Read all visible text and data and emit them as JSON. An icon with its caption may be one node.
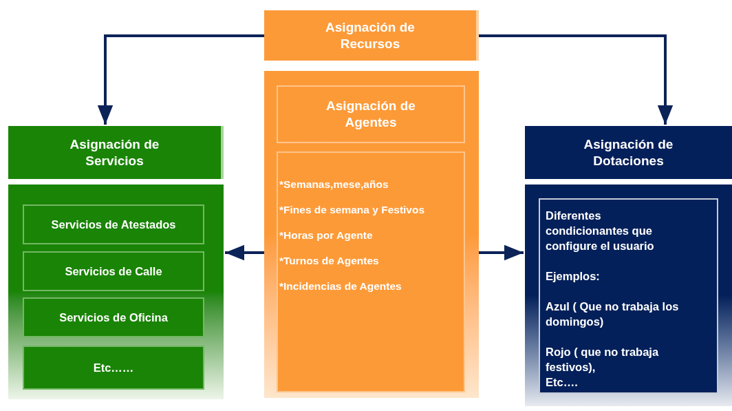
{
  "diagram": {
    "nodes": [
      {
        "text": [
          "Asignación de Recursos"
        ]
      },
      {
        "text": [],
        "shape": "box"
      },
      {
        "text": [
          "Asignación de Agentes"
        ],
        "in": 1
      },
      {
        "text": [
          "*Semanas,mese,años",
          "*Fines de semana y Festivos",
          "*Horas por Agente",
          "*Turnos de Agentes",
          "*Incidencias de Agentes"
        ],
        "in": 1
      },
      {
        "text": [
          "Asignación de Servicios"
        ]
      },
      {
        "text": [],
        "shape": "box"
      },
      {
        "text": [
          "Servicios de Atestados"
        ],
        "in": 5
      },
      {
        "text": [
          "Servicios de Calle"
        ],
        "in": 5
      },
      {
        "text": [
          "Servicios de Oficina"
        ],
        "in": 5
      },
      {
        "text": [
          "Etc……"
        ],
        "in": 5
      },
      {
        "text": [
          "Asignación de Dotaciones"
        ]
      },
      {
        "text": [
          "Diferentes condicionantes  que configure el usuario",
          "Ejemplos:",
          "Azul ( Que no trabaja los domingos)",
          "Rojo ( que no trabaja festivos),",
          "Etc…."
        ]
      }
    ],
    "edges": [
      {
        "from": 0,
        "to": 4,
        "arrow": "to"
      },
      {
        "from": 0,
        "to": 10,
        "arrow": "to"
      },
      {
        "from": 1,
        "to": 5,
        "arrow": "to"
      },
      {
        "from": 1,
        "to": 11,
        "arrow": "to"
      }
    ]
  }
}
